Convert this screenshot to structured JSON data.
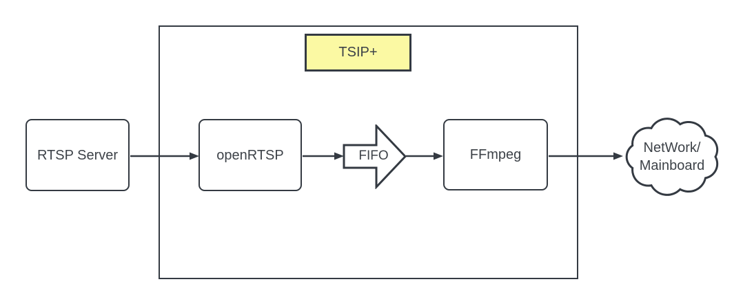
{
  "diagram": {
    "tsip_label": "TSIP+",
    "nodes": {
      "rtsp_server": "RTSP Server",
      "open_rtsp": "openRTSP",
      "fifo": "FIFO",
      "ffmpeg": "FFmpeg",
      "network": "NetWork/\nMainboard"
    },
    "colors": {
      "stroke": "#343a42",
      "text": "#3d4248",
      "tsip_fill": "#fbf9a3",
      "node_fill": "#ffffff",
      "canvas_bg": "#ffffff"
    }
  }
}
